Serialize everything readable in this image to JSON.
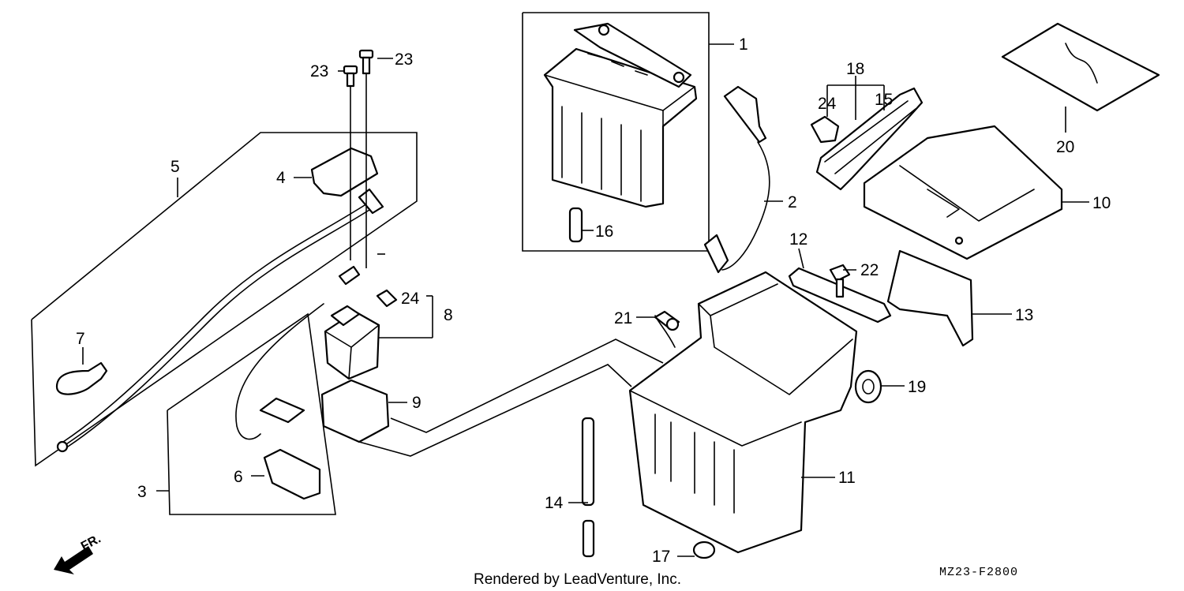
{
  "callouts": [
    "1",
    "2",
    "3",
    "4",
    "5",
    "6",
    "7",
    "8",
    "9",
    "10",
    "11",
    "12",
    "13",
    "14",
    "15",
    "16",
    "17",
    "18",
    "19",
    "20",
    "21",
    "22",
    "23",
    "23",
    "24",
    "24"
  ],
  "front_arrow_label": "FR.",
  "credit": "Rendered by LeadVenture, Inc.",
  "drawing_code": "MZ23-F2800"
}
